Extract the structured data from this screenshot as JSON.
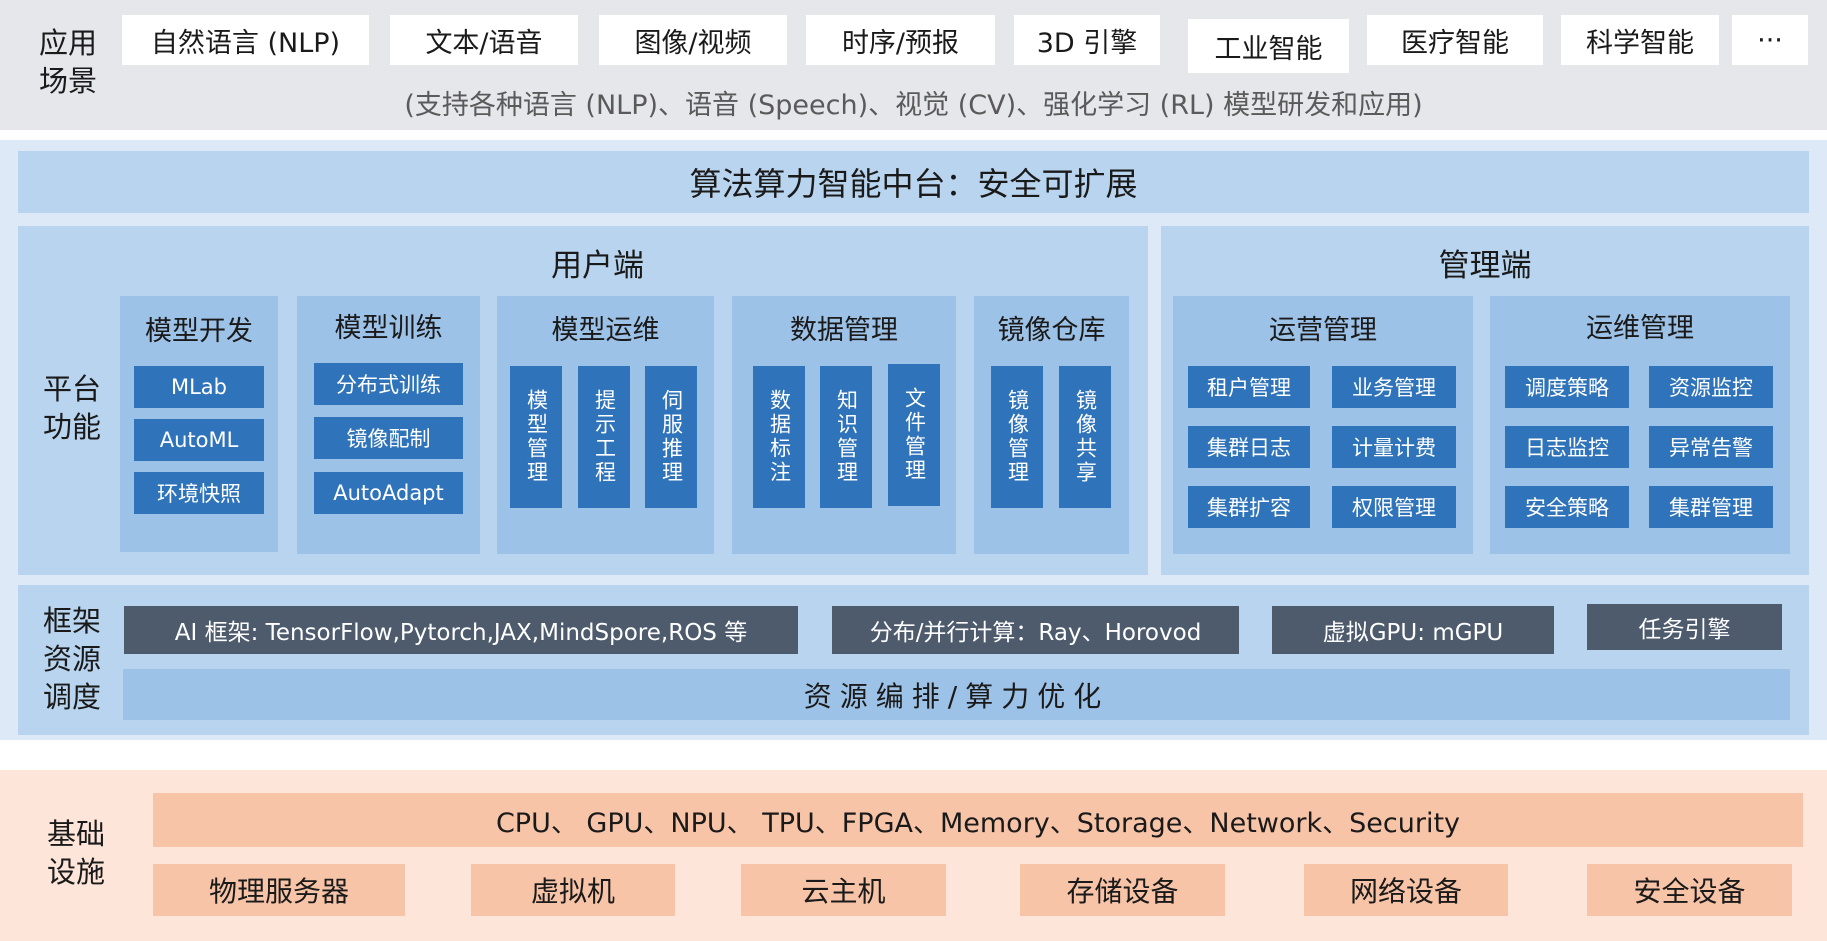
{
  "application": {
    "label": "应用\n场景",
    "scenarios": [
      "自然语言 (NLP)",
      "文本/语音",
      "图像/视频",
      "时序/预报",
      "3D 引擎",
      "工业智能",
      "医疗智能",
      "科学智能",
      "···"
    ],
    "note": "(支持各种语言 (NLP)、语音 (Speech)、视觉 (CV)、强化学习 (RL) 模型研发和应用)"
  },
  "platform": {
    "title": "算法算力智能中台：安全可扩展",
    "label": "平台\n功能",
    "user_side": {
      "title": "用户端",
      "modules": [
        {
          "title": "模型开发",
          "items": [
            "MLab",
            "AutoML",
            "环境快照"
          ]
        },
        {
          "title": "模型训练",
          "items": [
            "分布式训练",
            "镜像配制",
            "AutoAdapt"
          ]
        },
        {
          "title": "模型运维",
          "items": [
            "模型管理",
            "提示工程",
            "伺服推理"
          ]
        },
        {
          "title": "数据管理",
          "items": [
            "数据标注",
            "知识管理",
            "文件管理"
          ]
        },
        {
          "title": "镜像仓库",
          "items": [
            "镜像管理",
            "镜像共享"
          ]
        }
      ]
    },
    "admin_side": {
      "title": "管理端",
      "modules": [
        {
          "title": "运营管理",
          "items": [
            "租户管理",
            "业务管理",
            "集群日志",
            "计量计费",
            "集群扩容",
            "权限管理"
          ]
        },
        {
          "title": "运维管理",
          "items": [
            "调度策略",
            "资源监控",
            "日志监控",
            "异常告警",
            "安全策略",
            "集群管理"
          ]
        }
      ]
    }
  },
  "framework": {
    "label": "框架\n资源\n调度",
    "items": [
      "AI 框架: TensorFlow,Pytorch,JAX,MindSpore,ROS 等",
      "分布/并行计算：Ray、Horovod",
      "虚拟GPU: mGPU",
      "任务引擎"
    ],
    "orchestration": "资源编排/算力优化"
  },
  "infrastructure": {
    "label": "基础\n设施",
    "hardware": "CPU、 GPU、NPU、 TPU、FPGA、Memory、Storage、Network、Security",
    "devices": [
      "物理服务器",
      "虚拟机",
      "云主机",
      "存储设备",
      "网络设备",
      "安全设备"
    ]
  },
  "colors": {
    "app_band": "#e6e7eb",
    "platform_band": "#dde9f6",
    "panel": "#b8d4ee",
    "card": "#9dc2e7",
    "button": "#2f73ba",
    "framework_chip": "#4d5b6d",
    "infra_band": "#fde5da",
    "infra_chip": "#f7c4a8"
  }
}
